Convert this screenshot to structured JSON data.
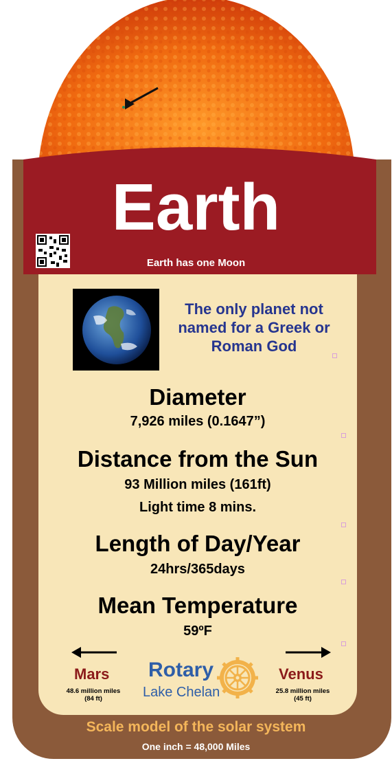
{
  "colors": {
    "banner": "#9b1b23",
    "sign_body": "#8b5a3a",
    "panel": "#f8e6b8",
    "fact_text": "#26358f",
    "planet_label": "#8b1a1a",
    "rotary_blue": "#2e5ea8",
    "footer_orange": "#f4b65a"
  },
  "header": {
    "title": "Earth",
    "subtitle": "Earth has one Moon",
    "qr_icon": "qr-code-icon"
  },
  "fact": "The only planet not named for a Greek or Roman God",
  "stats": [
    {
      "label": "Diameter",
      "values": [
        "7,926 miles (0.1647”)"
      ]
    },
    {
      "label": "Distance from the Sun",
      "values": [
        "93 Million miles (161ft)",
        "Light time 8 mins."
      ]
    },
    {
      "label": "Length of Day/Year",
      "values": [
        "24hrs/365days"
      ]
    },
    {
      "label": "Mean Temperature",
      "values": [
        "59ºF"
      ]
    }
  ],
  "nav": {
    "left": {
      "planet": "Mars",
      "distance_line1": "48.6 million miles",
      "distance_line2": "(84 ft)"
    },
    "right": {
      "planet": "Venus",
      "distance_line1": "25.8 million miles",
      "distance_line2": "(45 ft)"
    }
  },
  "sponsor": {
    "name": "Rotary",
    "location": "Lake Chelan"
  },
  "footer": {
    "line1": "Scale model of the solar system",
    "line2": "One inch = 48,000 Miles"
  }
}
